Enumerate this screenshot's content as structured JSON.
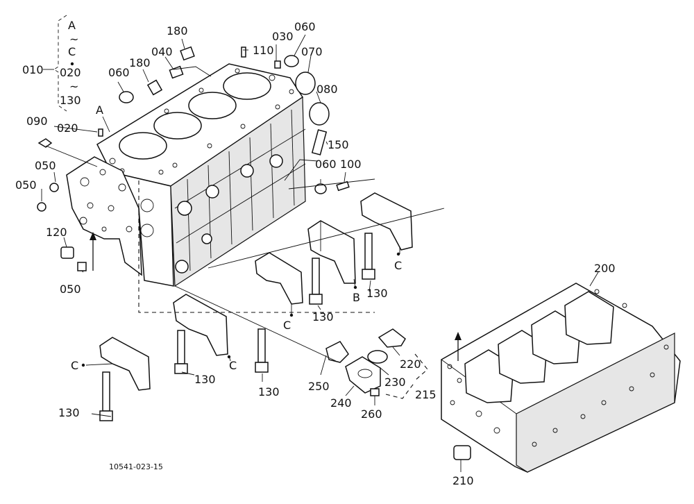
{
  "drawing_code": "10541-023-15",
  "bracket_key": {
    "label": "010",
    "line1": "A",
    "line2": "C",
    "line3": "020",
    "line4": "130"
  },
  "callouts": {
    "p180a": "180",
    "p040": "040",
    "p110": "110",
    "p030": "030",
    "p060a": "060",
    "p070": "070",
    "p180b": "180",
    "p060b": "060",
    "p080": "080",
    "pA": "A",
    "p090": "090",
    "p020": "020",
    "p150": "150",
    "p060c": "060",
    "p100": "100",
    "p050a": "050",
    "p050b": "050",
    "p120": "120",
    "p050c": "050",
    "pC1": "C",
    "pB": "B",
    "p130a": "130",
    "p130b": "130",
    "pC2": "C",
    "p200": "200",
    "pC3": "C",
    "pC4": "C",
    "p130c": "130",
    "p130d": "130",
    "p220": "220",
    "p230": "230",
    "p250": "250",
    "p240": "240",
    "p215": "215",
    "p260": "260",
    "p130e": "130",
    "p210": "210"
  }
}
